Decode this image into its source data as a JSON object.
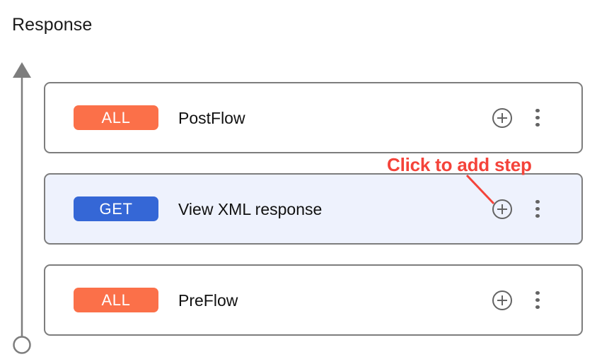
{
  "header": {
    "title": "Response"
  },
  "flow_axis": {
    "icon": "upward-arrow-axis",
    "start_node_icon": "circle-node-icon"
  },
  "annotation": {
    "text": "Click to add step",
    "color": "#f4433a",
    "pointer_icon": "pointer-line"
  },
  "colors": {
    "badge_all": "#fb7049",
    "badge_get": "#3567d6",
    "card_border": "#7d7d7d",
    "card_selected_bg": "#eef2fd",
    "icon_gray": "#646464",
    "annotation_red": "#f4433a"
  },
  "cards": [
    {
      "method": "ALL",
      "method_type": "all",
      "label": "PostFlow",
      "selected": false,
      "add_icon": "plus-circle-icon",
      "menu_icon": "more-vertical-icon"
    },
    {
      "method": "GET",
      "method_type": "get",
      "label": "View XML response",
      "selected": true,
      "add_icon": "plus-circle-icon",
      "menu_icon": "more-vertical-icon"
    },
    {
      "method": "ALL",
      "method_type": "all",
      "label": "PreFlow",
      "selected": false,
      "add_icon": "plus-circle-icon",
      "menu_icon": "more-vertical-icon"
    }
  ]
}
